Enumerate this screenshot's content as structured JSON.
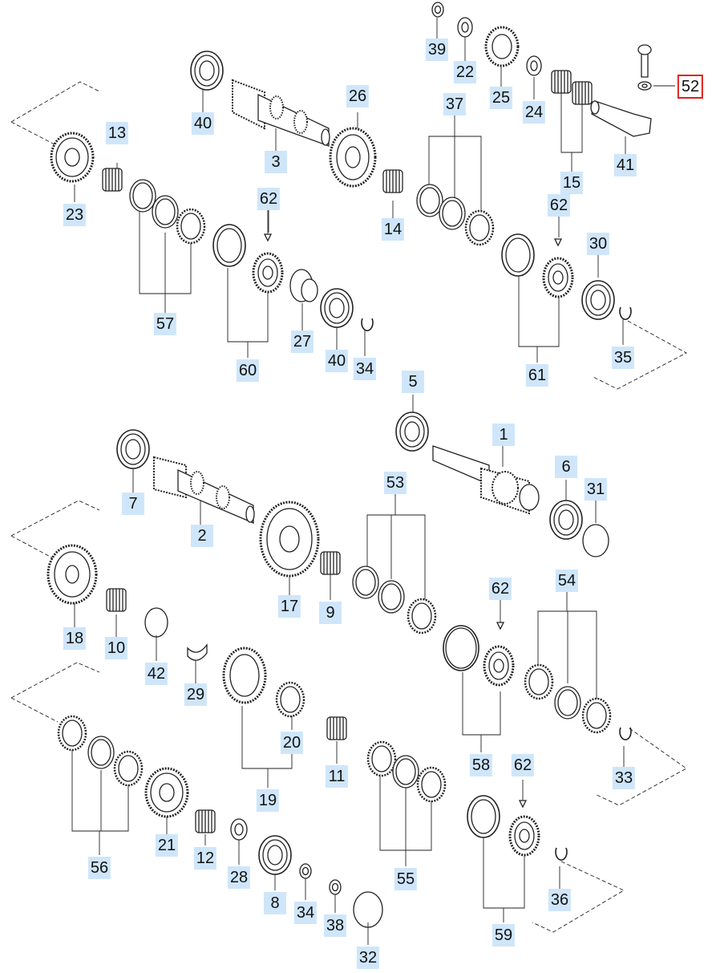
{
  "labels": {
    "p1": "1",
    "p2": "2",
    "p3": "3",
    "p5": "5",
    "p6": "6",
    "p7": "7",
    "p8": "8",
    "p9": "9",
    "p10": "10",
    "p11": "11",
    "p12": "12",
    "p13": "13",
    "p14": "14",
    "p15": "15",
    "p17": "17",
    "p18": "18",
    "p19": "19",
    "p20": "20",
    "p21": "21",
    "p22": "22",
    "p23": "23",
    "p24": "24",
    "p25": "25",
    "p26": "26",
    "p27": "27",
    "p28": "28",
    "p29": "29",
    "p30": "30",
    "p31": "31",
    "p32": "32",
    "p33": "33",
    "p34a": "34",
    "p34b": "34",
    "p35": "35",
    "p36": "36",
    "p37": "37",
    "p38": "38",
    "p39": "39",
    "p40a": "40",
    "p40b": "40",
    "p41": "41",
    "p42": "42",
    "p52": "52",
    "p53": "53",
    "p54": "54",
    "p55": "55",
    "p56": "56",
    "p57": "57",
    "p58": "58",
    "p59": "59",
    "p60": "60",
    "p61": "61",
    "p62a": "62",
    "p62b": "62",
    "p62c": "62",
    "p62d": "62"
  },
  "highlighted_label": "52"
}
